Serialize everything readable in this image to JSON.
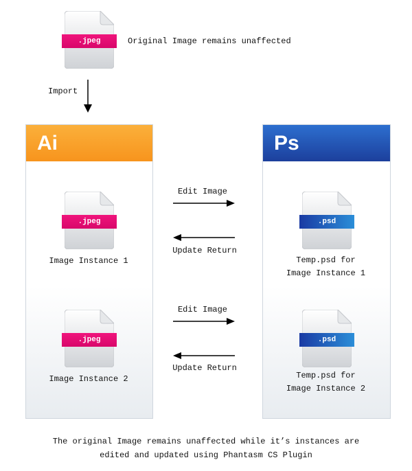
{
  "original": {
    "file_ext": ".jpeg",
    "caption": "Original Image remains unaffected"
  },
  "import_label": "Import",
  "panels": {
    "ai": {
      "title": "Ai",
      "color": "#f7941d"
    },
    "ps": {
      "title": "Ps",
      "color": "#1c3f9c"
    }
  },
  "rows": [
    {
      "ai_ext": ".jpeg",
      "ai_caption": "Image Instance 1",
      "edit_label": "Edit Image",
      "return_label": "Update Return",
      "ps_ext": ".psd",
      "ps_caption_line1": "Temp.psd for",
      "ps_caption_line2": "Image Instance 1"
    },
    {
      "ai_ext": ".jpeg",
      "ai_caption": "Image Instance 2",
      "edit_label": "Edit Image",
      "return_label": "Update Return",
      "ps_ext": ".psd",
      "ps_caption_line1": "Temp.psd for",
      "ps_caption_line2": "Image Instance 2"
    }
  ],
  "footer": {
    "line1": "The original Image remains unaffected while it’s instances are",
    "line2": "edited and updated using Phantasm CS Plugin"
  },
  "colors": {
    "jpeg_band": "#e10b72",
    "psd_band": "#2456b8"
  },
  "icons": {
    "file": "file-icon",
    "arrow": "arrow-icon"
  }
}
